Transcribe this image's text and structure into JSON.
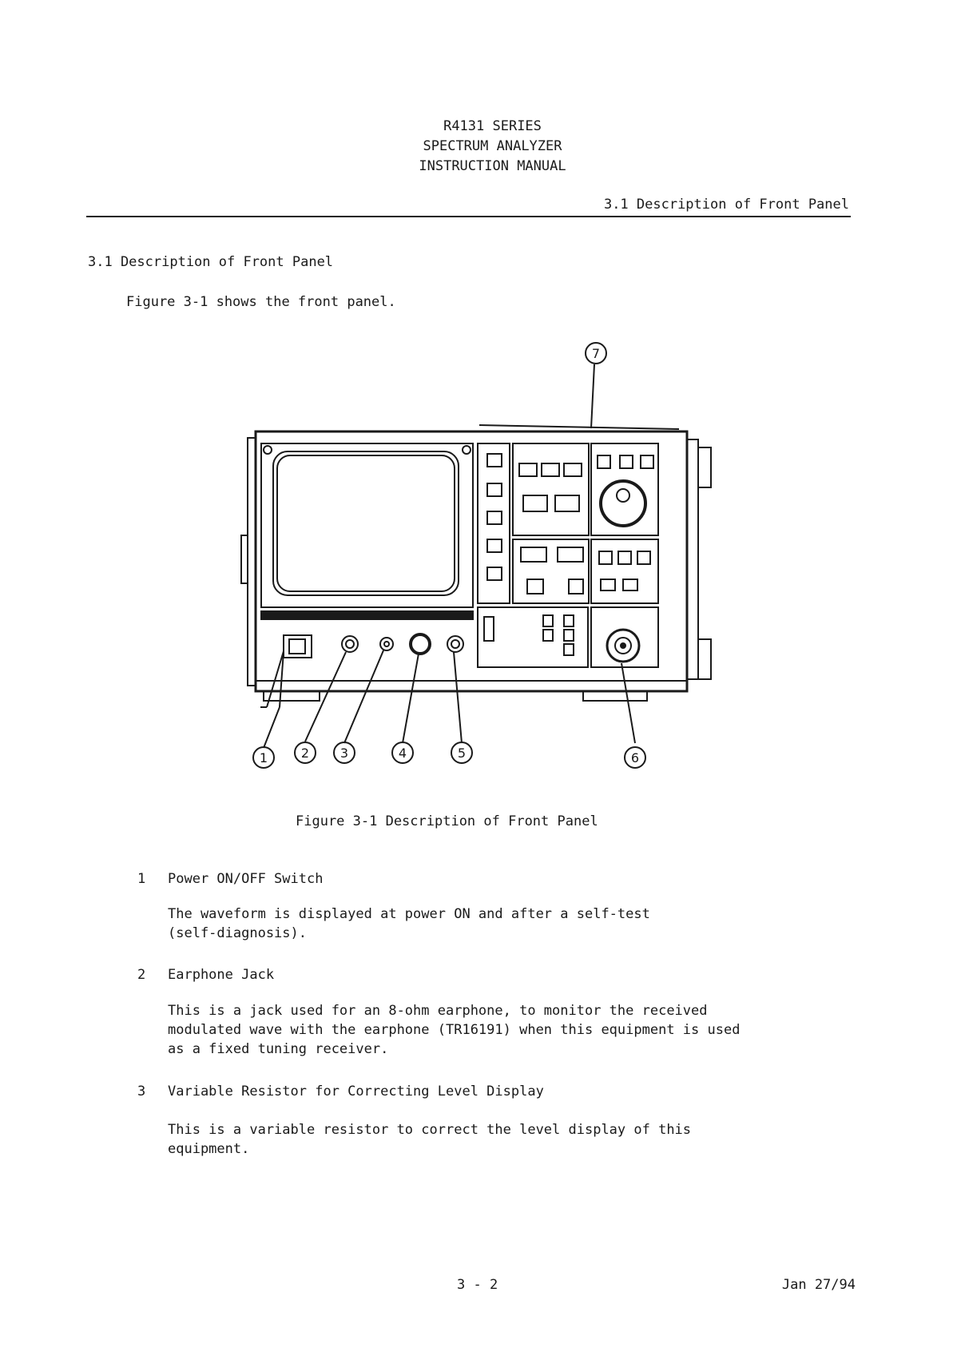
{
  "header": {
    "line1": "R4131 SERIES",
    "line2": "SPECTRUM ANALYZER",
    "line3": "INSTRUCTION MANUAL",
    "section_ref": "3.1 Description of Front Panel"
  },
  "section": {
    "title": "3.1 Description of Front Panel",
    "intro": "Figure 3-1 shows the front panel."
  },
  "figure": {
    "caption": "Figure 3-1  Description of Front Panel",
    "callouts": [
      "1",
      "2",
      "3",
      "4",
      "5",
      "6",
      "7"
    ]
  },
  "items": [
    {
      "number": "1",
      "title": "Power ON/OFF Switch",
      "lines": [
        "The waveform is displayed at power ON and after a self-test",
        "(self-diagnosis)."
      ]
    },
    {
      "number": "2",
      "title": "Earphone Jack",
      "lines": [
        "This is a jack used for an 8-ohm earphone, to monitor the received",
        "modulated wave with the earphone (TR16191) when this equipment is used",
        "as a fixed tuning receiver."
      ]
    },
    {
      "number": "3",
      "title": "Variable Resistor for Correcting Level Display",
      "lines": [
        "This is a variable resistor to correct the level display of this",
        "equipment."
      ]
    }
  ],
  "footer": {
    "page": "3 - 2",
    "date": "Jan 27/94"
  }
}
